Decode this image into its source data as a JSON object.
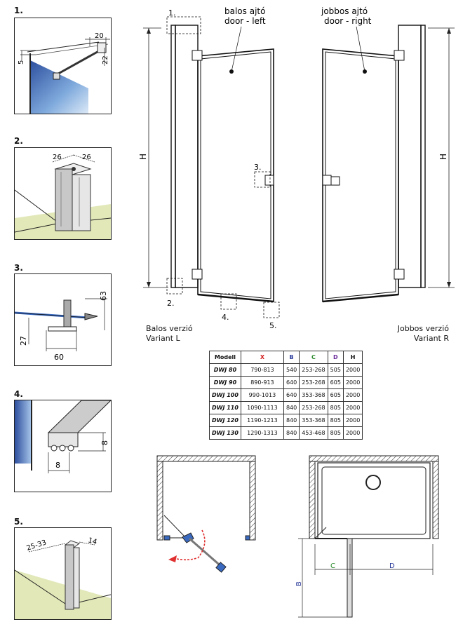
{
  "details": [
    {
      "num": "1.",
      "dims": [
        "20",
        "5",
        "22"
      ]
    },
    {
      "num": "2.",
      "dims": [
        "26",
        "26"
      ]
    },
    {
      "num": "3.",
      "dims": [
        "63",
        "27",
        "60"
      ]
    },
    {
      "num": "4.",
      "dims": [
        "8",
        "8"
      ]
    },
    {
      "num": "5.",
      "dims": [
        "25-33",
        "14"
      ]
    }
  ],
  "doors": {
    "left_title_hu": "balos ajtó",
    "left_title_en": "door - left",
    "right_title_hu": "jobbos ajtó",
    "right_title_en": "door - right",
    "height_label": "H",
    "callout_1": "1.",
    "callout_2": "2.",
    "callout_3": "3.",
    "callout_4": "4.",
    "callout_5": "5.",
    "left_caption_hu": "Balos verzió",
    "left_caption_en": "Variant L",
    "right_caption_hu": "Jobbos verzió",
    "right_caption_en": "Variant R"
  },
  "table": {
    "headers": [
      "Modell",
      "X",
      "B",
      "C",
      "D",
      "H"
    ],
    "header_colors": [
      "#111111",
      "#d42020",
      "#2a3a9a",
      "#2a8a2a",
      "#6a2a9a",
      "#111111"
    ],
    "rows": [
      [
        "DWJ 80",
        "790-813",
        "540",
        "253-268",
        "505",
        "2000"
      ],
      [
        "DWJ 90",
        "890-913",
        "640",
        "253-268",
        "605",
        "2000"
      ],
      [
        "DWJ 100",
        "990-1013",
        "640",
        "353-368",
        "605",
        "2000"
      ],
      [
        "DWJ 110",
        "1090-1113",
        "840",
        "253-268",
        "805",
        "2000"
      ],
      [
        "DWJ 120",
        "1190-1213",
        "840",
        "353-368",
        "805",
        "2000"
      ],
      [
        "DWJ 130",
        "1290-1313",
        "840",
        "453-468",
        "805",
        "2000"
      ]
    ]
  },
  "plan": {
    "label_c": "C",
    "label_d": "D",
    "label_b": "B",
    "color_c": "#2a8a2a",
    "color_d": "#2a3a9a",
    "color_b": "#2a3a9a",
    "swing_arrow_color": "#e03030"
  }
}
